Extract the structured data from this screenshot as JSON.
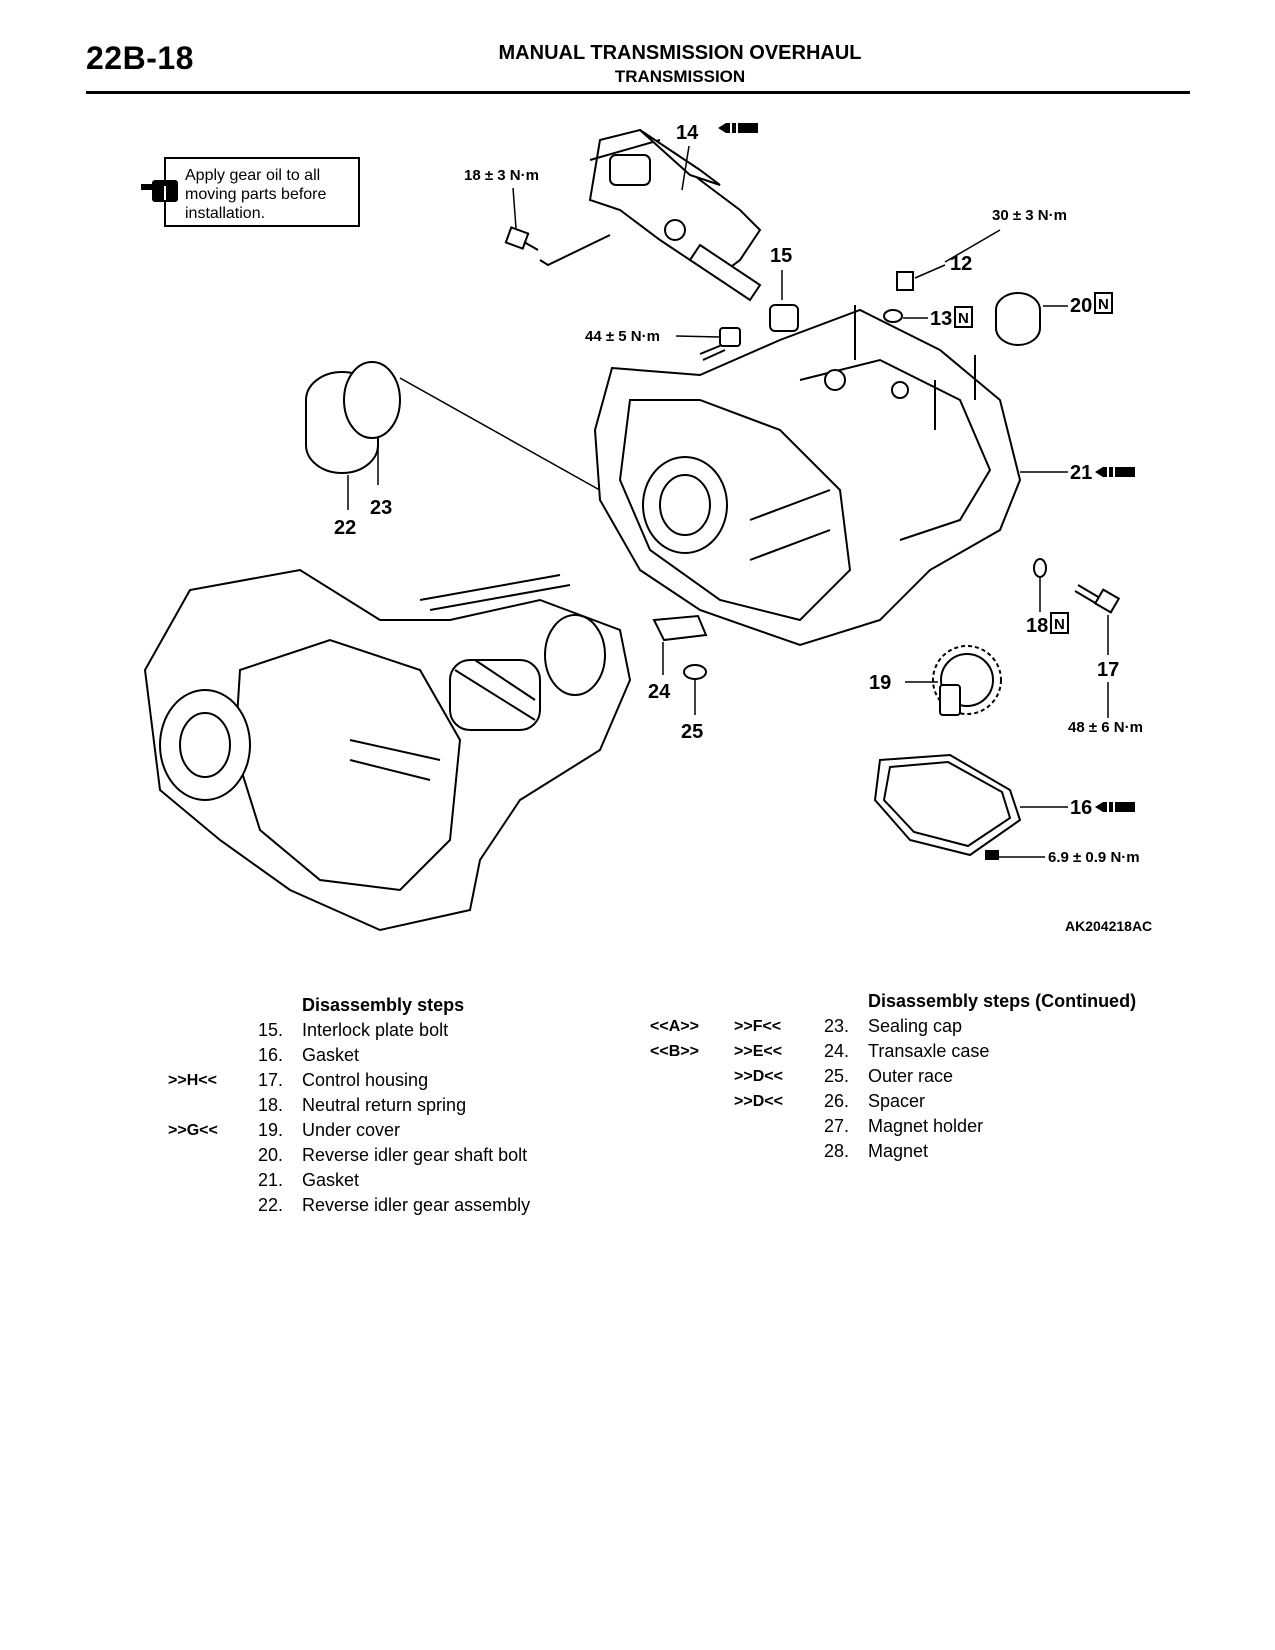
{
  "header": {
    "page_number": "22B-18",
    "title": "MANUAL TRANSMISSION OVERHAUL",
    "subtitle": "TRANSMISSION"
  },
  "note": {
    "line1": "Apply gear oil to all",
    "line2": "moving parts before",
    "line3": "installation."
  },
  "diagram": {
    "image_code": "AK204218AC",
    "callouts": {
      "c12": "12",
      "c13": "13",
      "c14": "14",
      "c15": "15",
      "c16": "16",
      "c17": "17",
      "c18": "18",
      "c19": "19",
      "c20": "20",
      "c21": "21",
      "c22": "22",
      "c23": "23",
      "c24": "24",
      "c25": "25"
    },
    "n_mark": "N",
    "torques": {
      "t18": "18 ± 3 N·m",
      "t30": "30 ± 3 N·m",
      "t44": "44 ± 5 N·m",
      "t48": "48 ± 6 N·m",
      "t69": "6.9 ± 0.9 N·m"
    }
  },
  "steps_left": {
    "title": "Disassembly steps",
    "items": [
      {
        "mark": "",
        "num": "15.",
        "label": "Interlock plate bolt"
      },
      {
        "mark": "",
        "num": "16.",
        "label": "Gasket"
      },
      {
        "mark": ">>H<<",
        "num": "17.",
        "label": "Control housing"
      },
      {
        "mark": "",
        "num": "18.",
        "label": "Neutral return spring"
      },
      {
        "mark": ">>G<<",
        "num": "19.",
        "label": "Under cover"
      },
      {
        "mark": "",
        "num": "20.",
        "label": "Reverse idler gear shaft bolt"
      },
      {
        "mark": "",
        "num": "21.",
        "label": "Gasket"
      },
      {
        "mark": "",
        "num": "22.",
        "label": "Reverse idler gear assembly"
      }
    ]
  },
  "steps_right": {
    "title": "Disassembly steps (Continued)",
    "items": [
      {
        "mark1": "<<A>>",
        "mark2": ">>F<<",
        "num": "23.",
        "label": "Sealing cap"
      },
      {
        "mark1": "<<B>>",
        "mark2": ">>E<<",
        "num": "24.",
        "label": "Transaxle case"
      },
      {
        "mark1": "",
        "mark2": ">>D<<",
        "num": "25.",
        "label": "Outer race"
      },
      {
        "mark1": "",
        "mark2": ">>D<<",
        "num": "26.",
        "label": "Spacer"
      },
      {
        "mark1": "",
        "mark2": "",
        "num": "27.",
        "label": "Magnet holder"
      },
      {
        "mark1": "",
        "mark2": "",
        "num": "28.",
        "label": "Magnet"
      }
    ]
  }
}
